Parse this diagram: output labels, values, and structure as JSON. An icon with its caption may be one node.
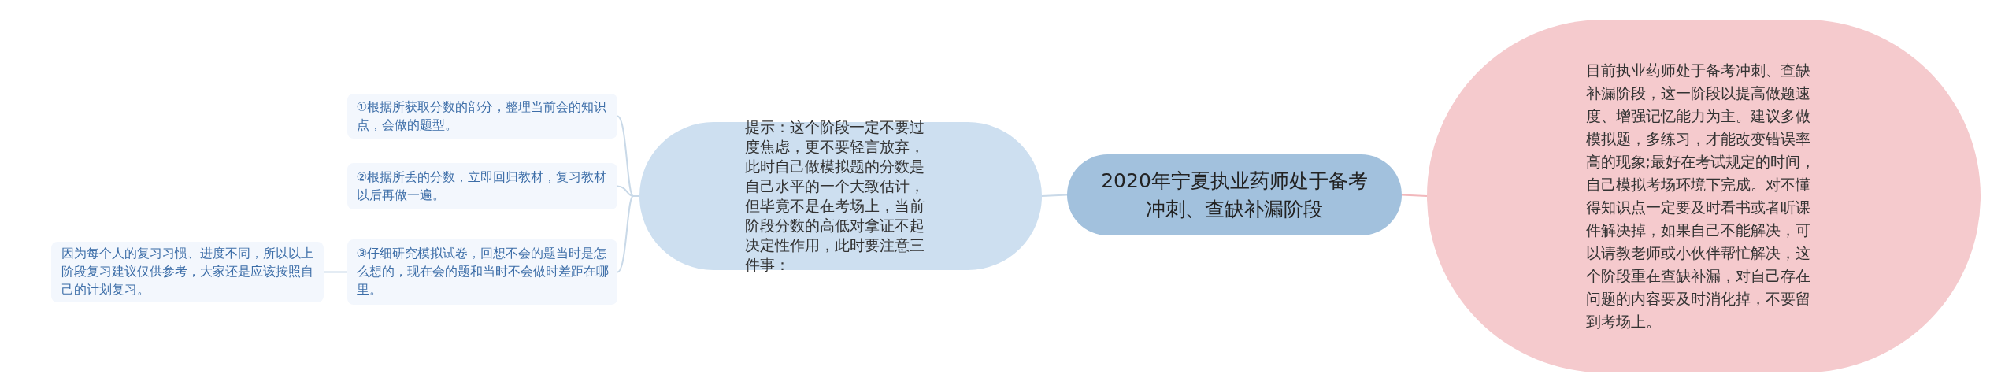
{
  "diagram": {
    "nodes": [
      {
        "text": [
          "2020年宁夏执业药师处于备考冲刺、查缺补漏阶段"
        ]
      },
      {
        "text": [
          "目前执业药师处于备考冲刺、查缺补漏阶段，这一阶段以提高做题速度、增强记忆能力为主。建议多做模拟题，多练习，才能改变错误率高的现象;最好在考试规定的时间，自己模拟考场环境下完成。对不懂得知识点一定要及时看书或者听课件解决掉，如果自己不能解决，可以请教老师或小伙伴帮忙解决，这个阶段重在查缺补漏，对自己存在问题的内容要及时消化掉，不要留到考场上。"
        ]
      },
      {
        "text": [
          "提示：这个阶段一定不要过度焦虑，更不要轻言放弃，此时自己做模拟题的分数是自己水平的一个大致估计，但毕竟不是在考场上，当前阶段分数的高低对拿证不起决定性作用，此时要注意三件事："
        ]
      },
      {
        "text": [
          "①根据所获取分数的部分，整理当前会的知识点，会做的题型。"
        ]
      },
      {
        "text": [
          "②根据所丢的分数，立即回归教材，复习教材以后再做一遍。"
        ]
      },
      {
        "text": [
          "③仔细研究模拟试卷，回想不会的题当时是怎么想的，现在会的题和当时不会做时差距在哪里。"
        ]
      },
      {
        "text": [
          "因为每个人的复习习惯、进度不同，所以以上阶段复习建议仅供参考，大家还是应该按照自己的计划复习。"
        ]
      }
    ],
    "edges": [
      {
        "from": 0,
        "to": 1,
        "arrow": "none",
        "color": "#f2b8bc"
      },
      {
        "from": 0,
        "to": 2,
        "arrow": "none"
      },
      {
        "from": 2,
        "to": 3,
        "arrow": "none"
      },
      {
        "from": 2,
        "to": 4,
        "arrow": "none"
      },
      {
        "from": 2,
        "to": 5,
        "arrow": "none"
      },
      {
        "from": 5,
        "to": 6,
        "arrow": "none"
      }
    ]
  }
}
